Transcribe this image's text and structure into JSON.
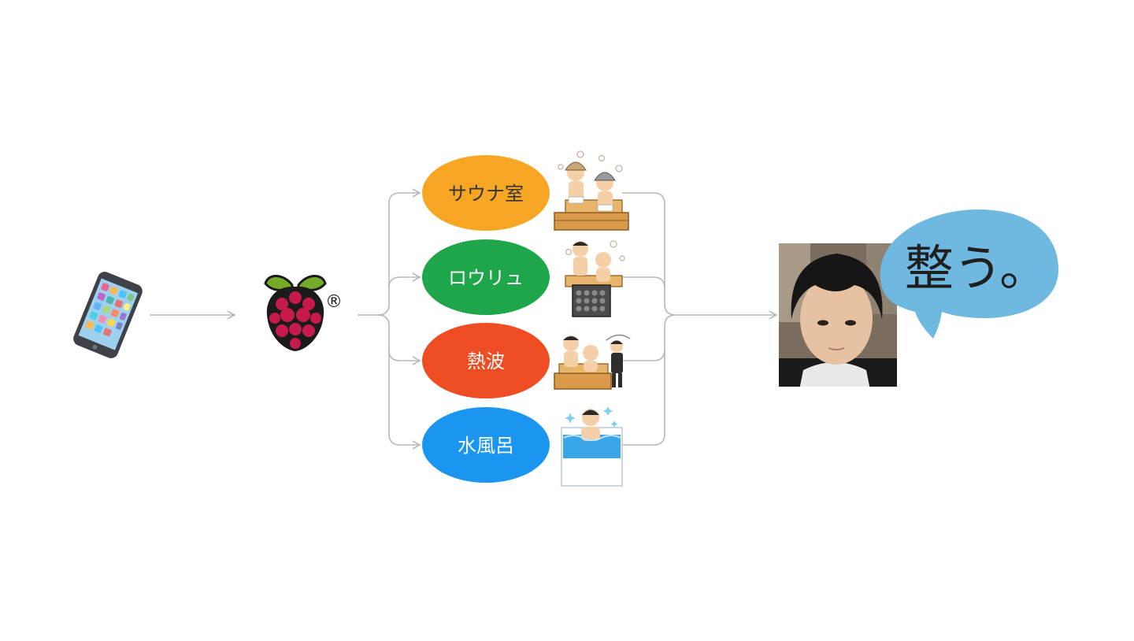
{
  "slide": {
    "background": "#ffffff",
    "connector_color": "#b8b8b8"
  },
  "source": {
    "icon": "smartphone-icon"
  },
  "hub": {
    "icon": "raspberry-pi-logo-icon",
    "registered_mark": "®"
  },
  "stages": [
    {
      "id": "sauna",
      "label": "サウナ室",
      "color": "#f6a623",
      "text_color": "#333333",
      "illustration": "sauna-people-icon"
    },
    {
      "id": "loyly",
      "label": "ロウリュ",
      "color": "#1fa64a",
      "text_color": "#ffffff",
      "illustration": "loyly-stove-icon"
    },
    {
      "id": "heatwave",
      "label": "熱波",
      "color": "#ee4c23",
      "text_color": "#ffffff",
      "illustration": "towel-fanning-icon"
    },
    {
      "id": "coldbath",
      "label": "水風呂",
      "color": "#1b96f0",
      "text_color": "#ffffff",
      "illustration": "cold-bath-icon"
    }
  ],
  "result": {
    "photo": "person-photo",
    "speech": "整う。",
    "bubble_color": "#6fb8e0"
  }
}
